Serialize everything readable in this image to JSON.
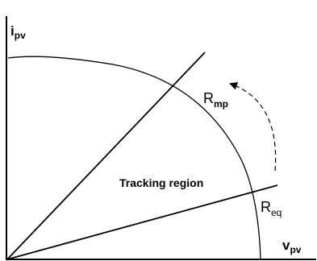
{
  "axes": {
    "y_label": {
      "main": "i",
      "sub": "pv"
    },
    "x_label": {
      "main": "v",
      "sub": "pv"
    }
  },
  "lines": {
    "rmp": {
      "main": "R",
      "sub": "mp"
    },
    "req": {
      "main": "R",
      "sub": "eq"
    }
  },
  "region_label": "Tracking region",
  "colors": {
    "stroke": "#000000",
    "background": "#ffffff"
  }
}
